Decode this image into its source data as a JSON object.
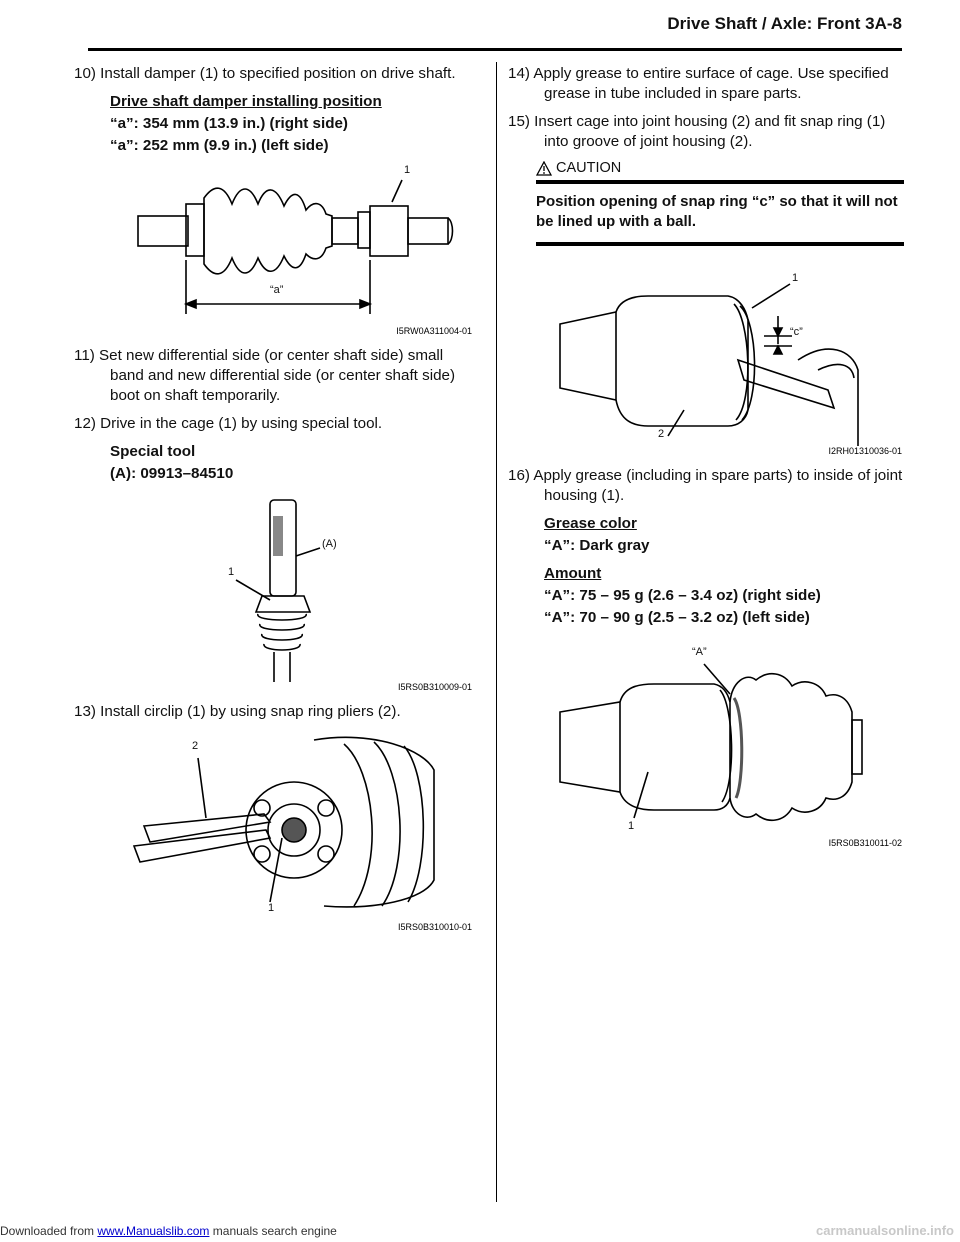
{
  "header": {
    "title": "Drive Shaft / Axle: Front   3A-8"
  },
  "left": {
    "step10": "10) Install damper (1) to specified position on drive shaft.",
    "spec10_head": "Drive shaft damper installing position",
    "spec10_line1": "“a”: 354 mm (13.9 in.) (right side)",
    "spec10_line2": "“a”: 252 mm (9.9 in.) (left side)",
    "fig1_code": "I5RW0A311004-01",
    "fig1_label_1": "1",
    "fig1_label_a": "“a”",
    "step11": "11) Set new differential side (or center shaft side) small band and new differential side (or center shaft side) boot on shaft temporarily.",
    "step12": "12) Drive in the cage (1) by using special tool.",
    "spec12_head": "Special tool",
    "spec12_line1": "(A):  09913–84510",
    "fig2_code": "I5RS0B310009-01",
    "fig2_label_1": "1",
    "fig2_label_A": "(A)",
    "step13": "13) Install circlip (1) by using snap ring pliers (2).",
    "fig3_code": "I5RS0B310010-01",
    "fig3_label_1": "1",
    "fig3_label_2": "2"
  },
  "right": {
    "step14": "14) Apply grease to entire surface of cage. Use specified grease in tube included in spare parts.",
    "step15": "15) Insert cage into joint housing (2) and fit snap ring (1) into groove of joint housing (2).",
    "caution_title": "CAUTION",
    "caution_text": "Position opening of snap ring “c” so that it will not be lined up with a ball.",
    "fig4_code": "I2RH01310036-01",
    "fig4_label_1": "1",
    "fig4_label_2": "2",
    "fig4_label_c": "“c”",
    "step16": "16) Apply grease (including in spare parts) to inside of joint housing (1).",
    "spec16a_head": "Grease color",
    "spec16a_line1": "“A”: Dark gray",
    "spec16b_head": "Amount",
    "spec16b_line1": "“A”: 75 – 95 g (2.6 – 3.4 oz) (right side)",
    "spec16b_line2": "“A”: 70 – 90 g (2.5 – 3.2 oz) (left side)",
    "fig5_code": "I5RS0B310011-02",
    "fig5_label_1": "1",
    "fig5_label_A": "“A”"
  },
  "footer": {
    "prefix": "Downloaded from ",
    "link": "www.Manualslib.com",
    "suffix": "  manuals search engine",
    "watermark": "carmanualsonline.info"
  }
}
